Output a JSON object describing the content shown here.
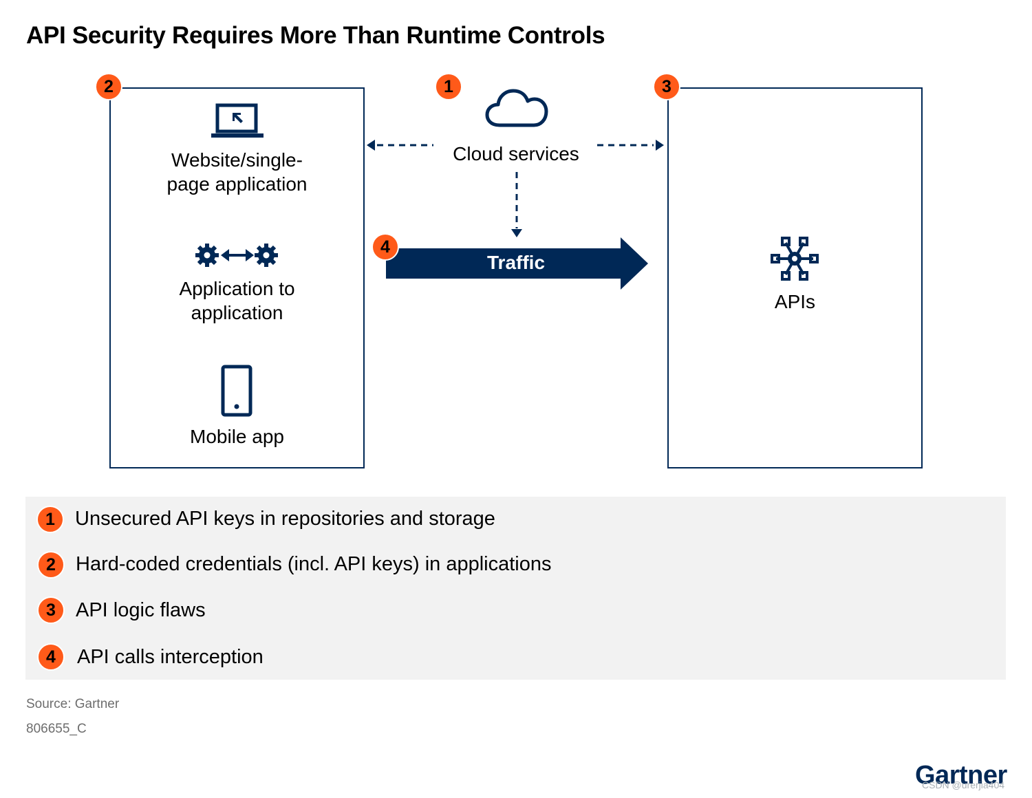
{
  "title": "API Security Requires More Than Runtime Controls",
  "colors": {
    "navy": "#002856",
    "accent": "#ff5a19",
    "legend_bg": "#f2f2f2"
  },
  "badges": {
    "cloud": "1",
    "clients": "2",
    "apis": "3",
    "traffic": "4"
  },
  "clients": {
    "website_line1": "Website/single-",
    "website_line2": "page application",
    "app_line1": "Application to",
    "app_line2": "application",
    "mobile": "Mobile app"
  },
  "cloud": {
    "label": "Cloud services"
  },
  "traffic": {
    "label": "Traffic"
  },
  "apis": {
    "label": "APIs"
  },
  "icons": [
    "laptop-icon",
    "gears-exchange-icon",
    "mobile-phone-icon",
    "cloud-icon",
    "api-network-icon"
  ],
  "legend": [
    {
      "num": "1",
      "text": "Unsecured API keys in repositories and storage"
    },
    {
      "num": "2",
      "text": "Hard-coded credentials (incl. API keys) in applications"
    },
    {
      "num": "3",
      "text": "API logic flaws"
    },
    {
      "num": "4",
      "text": "API calls interception"
    }
  ],
  "footer": {
    "source": "Source: Gartner",
    "code": "806655_C"
  },
  "brand": "Gartner",
  "watermark": "CSDN @urerjia404"
}
